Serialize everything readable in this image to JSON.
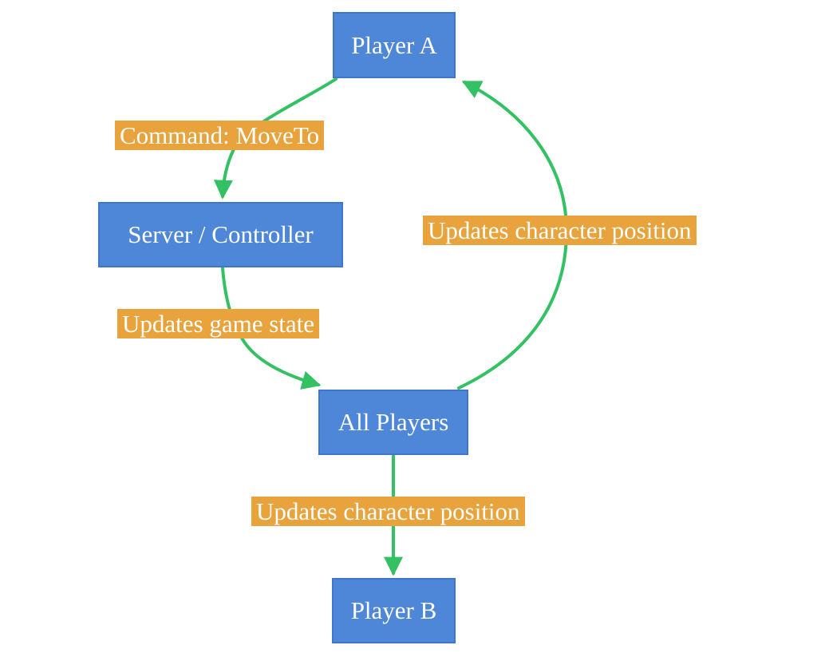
{
  "diagram": {
    "colors": {
      "background": "#ffffff",
      "node_fill": "#4e87d8",
      "node_border": "#3f76cc",
      "label_bg": "#e8a33d",
      "arrow": "#33c163",
      "text": "#ffffff"
    },
    "nodes": {
      "player_a": {
        "label": "Player A"
      },
      "server_controller": {
        "label": "Server / Controller"
      },
      "all_players": {
        "label": "All Players"
      },
      "player_b": {
        "label": "Player B"
      }
    },
    "edges": {
      "command_moveto": {
        "label": "Command: MoveTo",
        "from": "Player A",
        "to": "Server / Controller"
      },
      "updates_character_position_right": {
        "label": "Updates character position",
        "from": "All Players",
        "to": "Player A"
      },
      "updates_game_state": {
        "label": "Updates game state",
        "from": "Server / Controller",
        "to": "All Players"
      },
      "updates_character_position_bottom": {
        "label": "Updates character position",
        "from": "All Players",
        "to": "Player B"
      }
    }
  }
}
